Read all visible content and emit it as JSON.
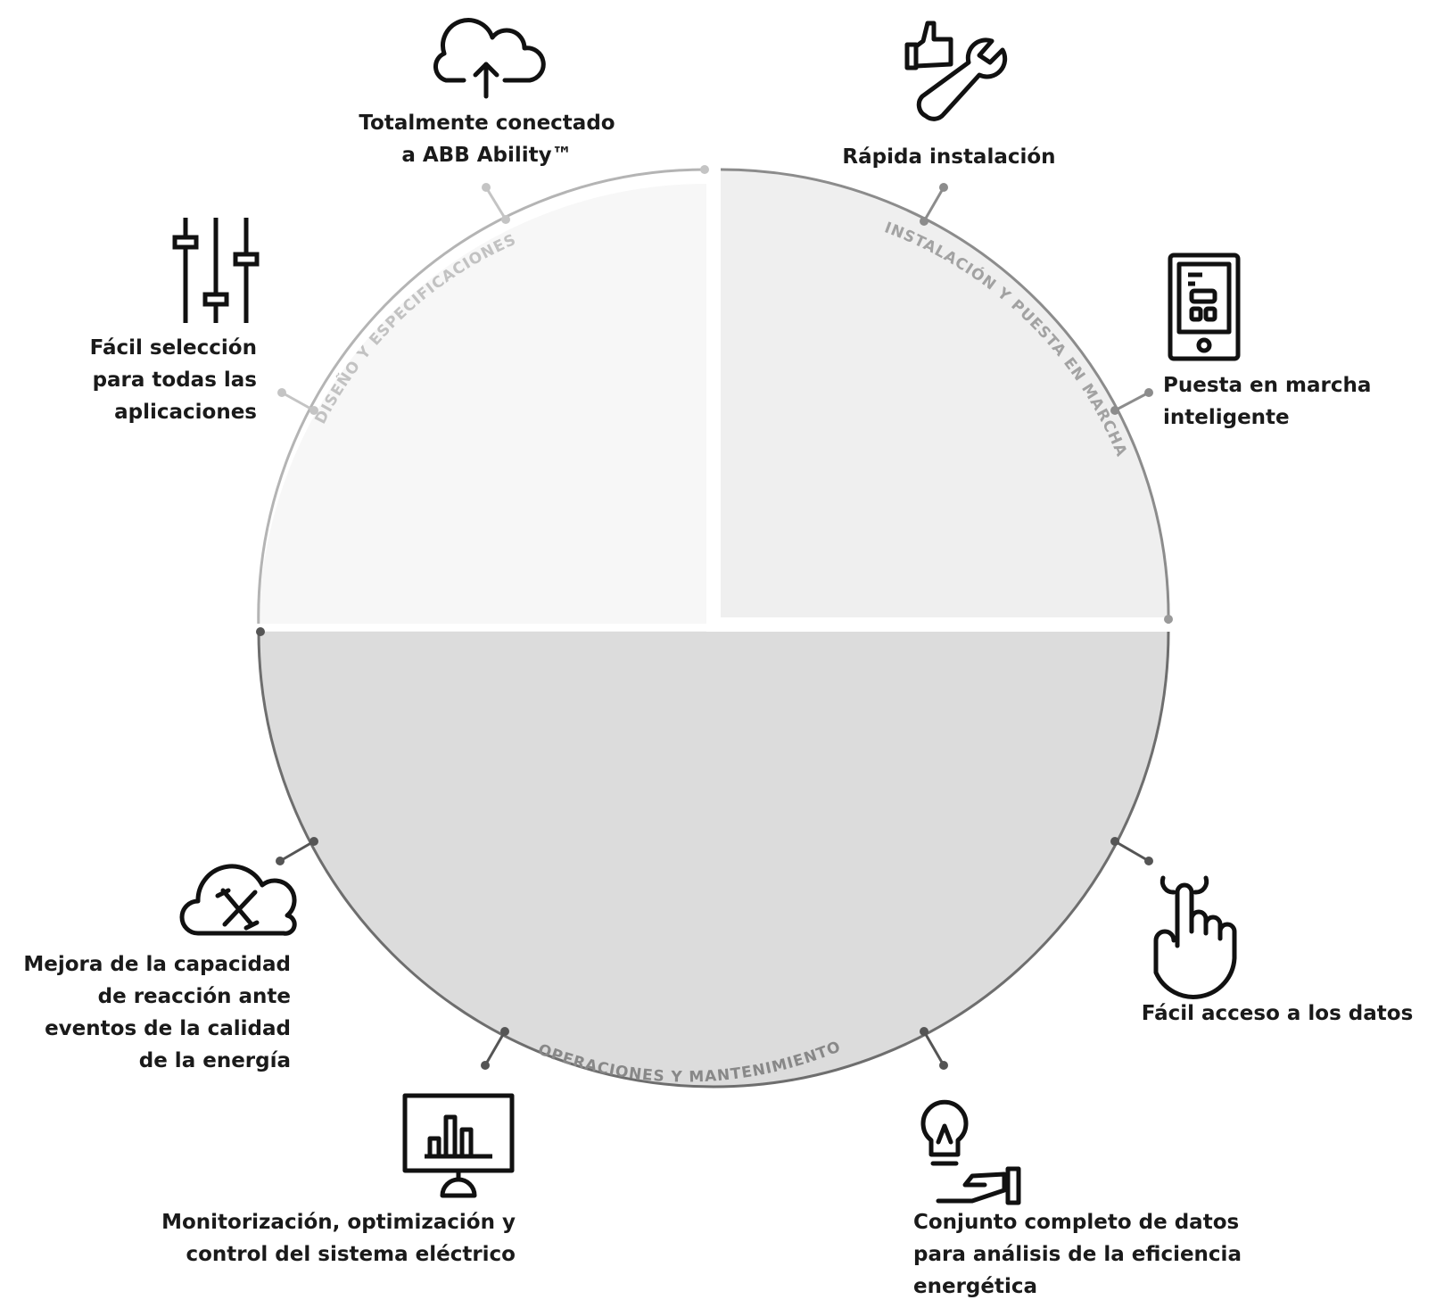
{
  "segments": {
    "design": "DISEÑO Y ESPECIFICACIONES",
    "install": "INSTALACIÓN Y PUESTA EN MARCHA",
    "operations": "OPERACIONES Y MANTENIMIENTO"
  },
  "features": {
    "cloud_connected": [
      "Totalmente conectado",
      "a ABB Ability™"
    ],
    "quick_install": [
      "Rápida instalación"
    ],
    "easy_selection": [
      "Fácil selección",
      "para todas las",
      "aplicaciones"
    ],
    "smart_commissioning": [
      "Puesta en marcha",
      "inteligente"
    ],
    "power_quality": [
      "Mejora de la capacidad",
      "de reacción ante",
      "eventos de la calidad",
      "de la energía"
    ],
    "data_access": [
      "Fácil acceso a los datos"
    ],
    "monitoring": [
      "Monitorización, optimización y",
      "control del sistema eléctrico"
    ],
    "efficiency_data": [
      "Conjunto completo de datos",
      "para análisis de la eficiencia",
      "energética"
    ]
  },
  "icons": {
    "cloud_connected": "cloud-upload-icon",
    "quick_install": "thumbs-up-wrench-icon",
    "easy_selection": "sliders-icon",
    "smart_commissioning": "smartphone-icon",
    "power_quality": "cloud-tools-icon",
    "data_access": "hand-tap-icon",
    "monitoring": "monitor-chart-icon",
    "efficiency_data": "lightbulb-hand-icon"
  },
  "colors": {
    "design_fill": "#f7f7f7",
    "design_stroke": "#b4b4b4",
    "install_fill": "#efefef",
    "install_stroke": "#8c8c8c",
    "operations_fill": "#dcdcdc",
    "operations_stroke": "#6e6e6e",
    "text": "#1a1a1a"
  }
}
